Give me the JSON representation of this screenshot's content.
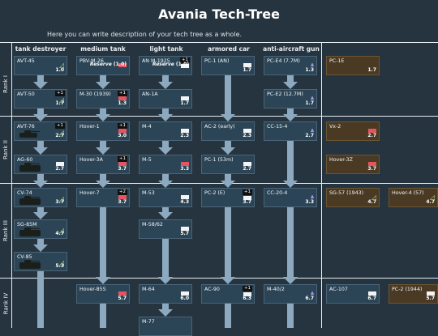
{
  "header": {
    "title": "Avania Tech-Tree",
    "description": "Here you can write description of your tech tree as a whole."
  },
  "columns": [
    "tank destroyer",
    "medium tank",
    "light tank",
    "armored car",
    "anti-aircraft gun"
  ],
  "ranks": [
    "Rank I",
    "Rank II",
    "Rank III",
    "Rank IV"
  ],
  "cards": [
    {
      "id": "avt45",
      "name": "AVT-45",
      "br": "1.0",
      "icon": "td-icon"
    },
    {
      "id": "avt50",
      "name": "AVT-50",
      "br": "1.7",
      "icon": "td-icon",
      "badge": "+1"
    },
    {
      "id": "avt76",
      "name": "AVT-76",
      "br": "2.7",
      "icon": "td-icon",
      "badge": "+1"
    },
    {
      "id": "ag60",
      "name": "AG-60",
      "br": "2.7",
      "icon": "flag"
    },
    {
      "id": "cv74",
      "name": "CV-74",
      "br": "3.7",
      "icon": "td-icon"
    },
    {
      "id": "sg85m",
      "name": "SG-85M",
      "br": "4.7",
      "icon": "td-icon"
    },
    {
      "id": "cv85",
      "name": "CV-85",
      "br": "5.3",
      "icon": "td-icon"
    },
    {
      "id": "pbvm26",
      "name": "PBV-M-26",
      "br": "(1.0)",
      "reserve": "Reserve",
      "icon": "flag-red"
    },
    {
      "id": "m30",
      "name": "M-30 (1939)",
      "br": "1.3",
      "icon": "flag-red",
      "badge": "+1"
    },
    {
      "id": "hover1",
      "name": "Hover-1",
      "br": "3.0",
      "icon": "flag-red",
      "badge": "+1"
    },
    {
      "id": "hover3a",
      "name": "Hover-3A",
      "br": "3.7",
      "icon": "flag-red",
      "badge": "+1"
    },
    {
      "id": "hover7",
      "name": "Hover-7",
      "br": "3.7",
      "icon": "flag-red",
      "badge": "+2"
    },
    {
      "id": "hover85s",
      "name": "Hover-85S",
      "br": "5.7",
      "icon": "flag-red"
    },
    {
      "id": "anm1925",
      "name": "AN M-1925",
      "br": "(1.0)",
      "reserve": "Reserve",
      "icon": "flag",
      "badge": "+1"
    },
    {
      "id": "an1a",
      "name": "AN-1A",
      "br": "1.7",
      "icon": "flag"
    },
    {
      "id": "m4",
      "name": "M-4",
      "br": "2.3",
      "icon": "flag"
    },
    {
      "id": "m5",
      "name": "M-5",
      "br": "3.3",
      "icon": "flag-red"
    },
    {
      "id": "m53",
      "name": "M-53",
      "br": "4.3",
      "icon": "flag"
    },
    {
      "id": "m5862",
      "name": "M-58/62",
      "br": "5.7",
      "icon": "flag"
    },
    {
      "id": "m64",
      "name": "M-64",
      "br": "6.0",
      "icon": "flag"
    },
    {
      "id": "m77",
      "name": "M-77",
      "br": "",
      "icon": ""
    },
    {
      "id": "pc1an",
      "name": "PC-1 (AN)",
      "br": "1.7",
      "icon": "flag"
    },
    {
      "id": "ac2",
      "name": "AC-2 (early)",
      "br": "2.3",
      "icon": "flag"
    },
    {
      "id": "pc153m",
      "name": "PC-1 (53m)",
      "br": "2.7",
      "icon": "flag"
    },
    {
      "id": "pc2e",
      "name": "PC-2 (E)",
      "br": "3.7",
      "icon": "flag",
      "badge": "+1"
    },
    {
      "id": "ac90",
      "name": "AC-90",
      "br": "6.3",
      "icon": "flag",
      "badge": "+1"
    },
    {
      "id": "pce4",
      "name": "PC-E4 (7.7M)",
      "br": "1.3",
      "icon": "aa-icon"
    },
    {
      "id": "pce2",
      "name": "PC-E2 (12.7M)",
      "br": "1.7",
      "icon": "aa-icon"
    },
    {
      "id": "cc154",
      "name": "CC-15-4",
      "br": "2.7",
      "icon": "aa-icon"
    },
    {
      "id": "cc204",
      "name": "CC-20-4",
      "br": "3.3",
      "icon": "aa-icon"
    },
    {
      "id": "m402",
      "name": "M-40/2",
      "br": "6.7",
      "icon": "aa-icon"
    },
    {
      "id": "pc1e",
      "name": "PC-1E",
      "br": "1.7",
      "icon": "",
      "premium": true
    },
    {
      "id": "vx2",
      "name": "Vx-2",
      "br": "2.7",
      "icon": "flag-red",
      "premium": true
    },
    {
      "id": "hover3z",
      "name": "Hover-3Z",
      "br": "3.7",
      "icon": "flag-red",
      "premium": true
    },
    {
      "id": "sg571943",
      "name": "SG-57 (1943)",
      "br": "4.7",
      "icon": "td-icon",
      "premium": true
    },
    {
      "id": "hover457",
      "name": "Hover-4 (57)",
      "br": "4.7",
      "icon": "td-icon",
      "premium": true
    },
    {
      "id": "ac107",
      "name": "AC-107",
      "br": "6.7",
      "icon": "flag"
    },
    {
      "id": "pc21944",
      "name": "PC-2 (1944)",
      "br": "5.7",
      "icon": "flag",
      "premium": true
    }
  ],
  "colors": {
    "background": "#26343f",
    "card": "#2c4556",
    "premium_card": "#4a3a24",
    "arrow": "#8ca9bf",
    "aa_accent": "#b9a4ff",
    "td_accent": "#9ee07a",
    "flag_red": "#e55561"
  }
}
